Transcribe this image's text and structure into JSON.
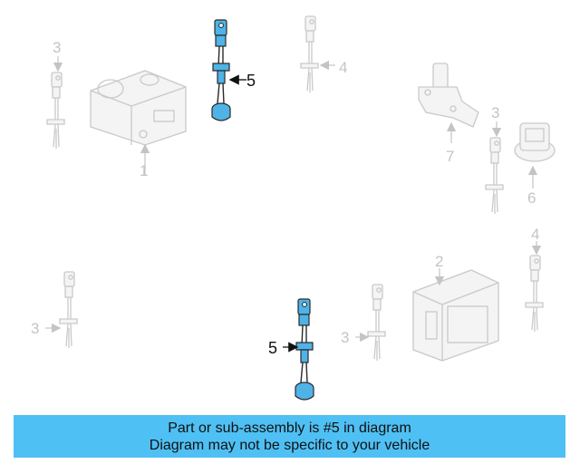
{
  "callouts": {
    "c1": "1",
    "c2": "2",
    "c3": "3",
    "c4": "4",
    "c5": "5",
    "c6": "6",
    "c7": "7"
  },
  "banner": {
    "line1": "Part or sub-assembly is #5 in diagram",
    "line2": "Diagram may not be specific to your vehicle"
  },
  "colors": {
    "highlight": "#4fb3e8",
    "banner": "#4fc0f4",
    "ghost": "#c9c9c9"
  }
}
